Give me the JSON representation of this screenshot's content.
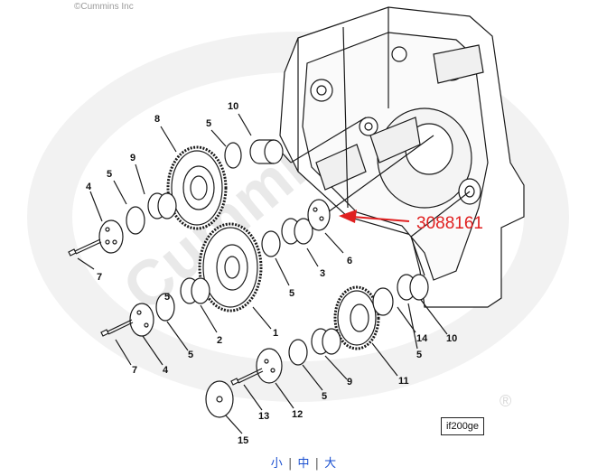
{
  "copyright": "©Cummins Inc",
  "watermark": "Cummins",
  "registered_mark": "®",
  "figure_code": "if200ge",
  "annotation": {
    "part_number": "3088161",
    "color": "#e02020"
  },
  "callouts": [
    "10",
    "5",
    "8",
    "9",
    "5",
    "4",
    "7",
    "5",
    "3",
    "6",
    "1",
    "5",
    "2",
    "5",
    "4",
    "7",
    "14",
    "5",
    "10",
    "11",
    "5",
    "9",
    "12",
    "13",
    "15"
  ],
  "size_controls": {
    "small": "小",
    "medium": "中",
    "large": "大",
    "separator": "|"
  },
  "colors": {
    "line": "#1a1a1a",
    "link": "#1a4fd0",
    "watermark": "#eeeeee"
  }
}
